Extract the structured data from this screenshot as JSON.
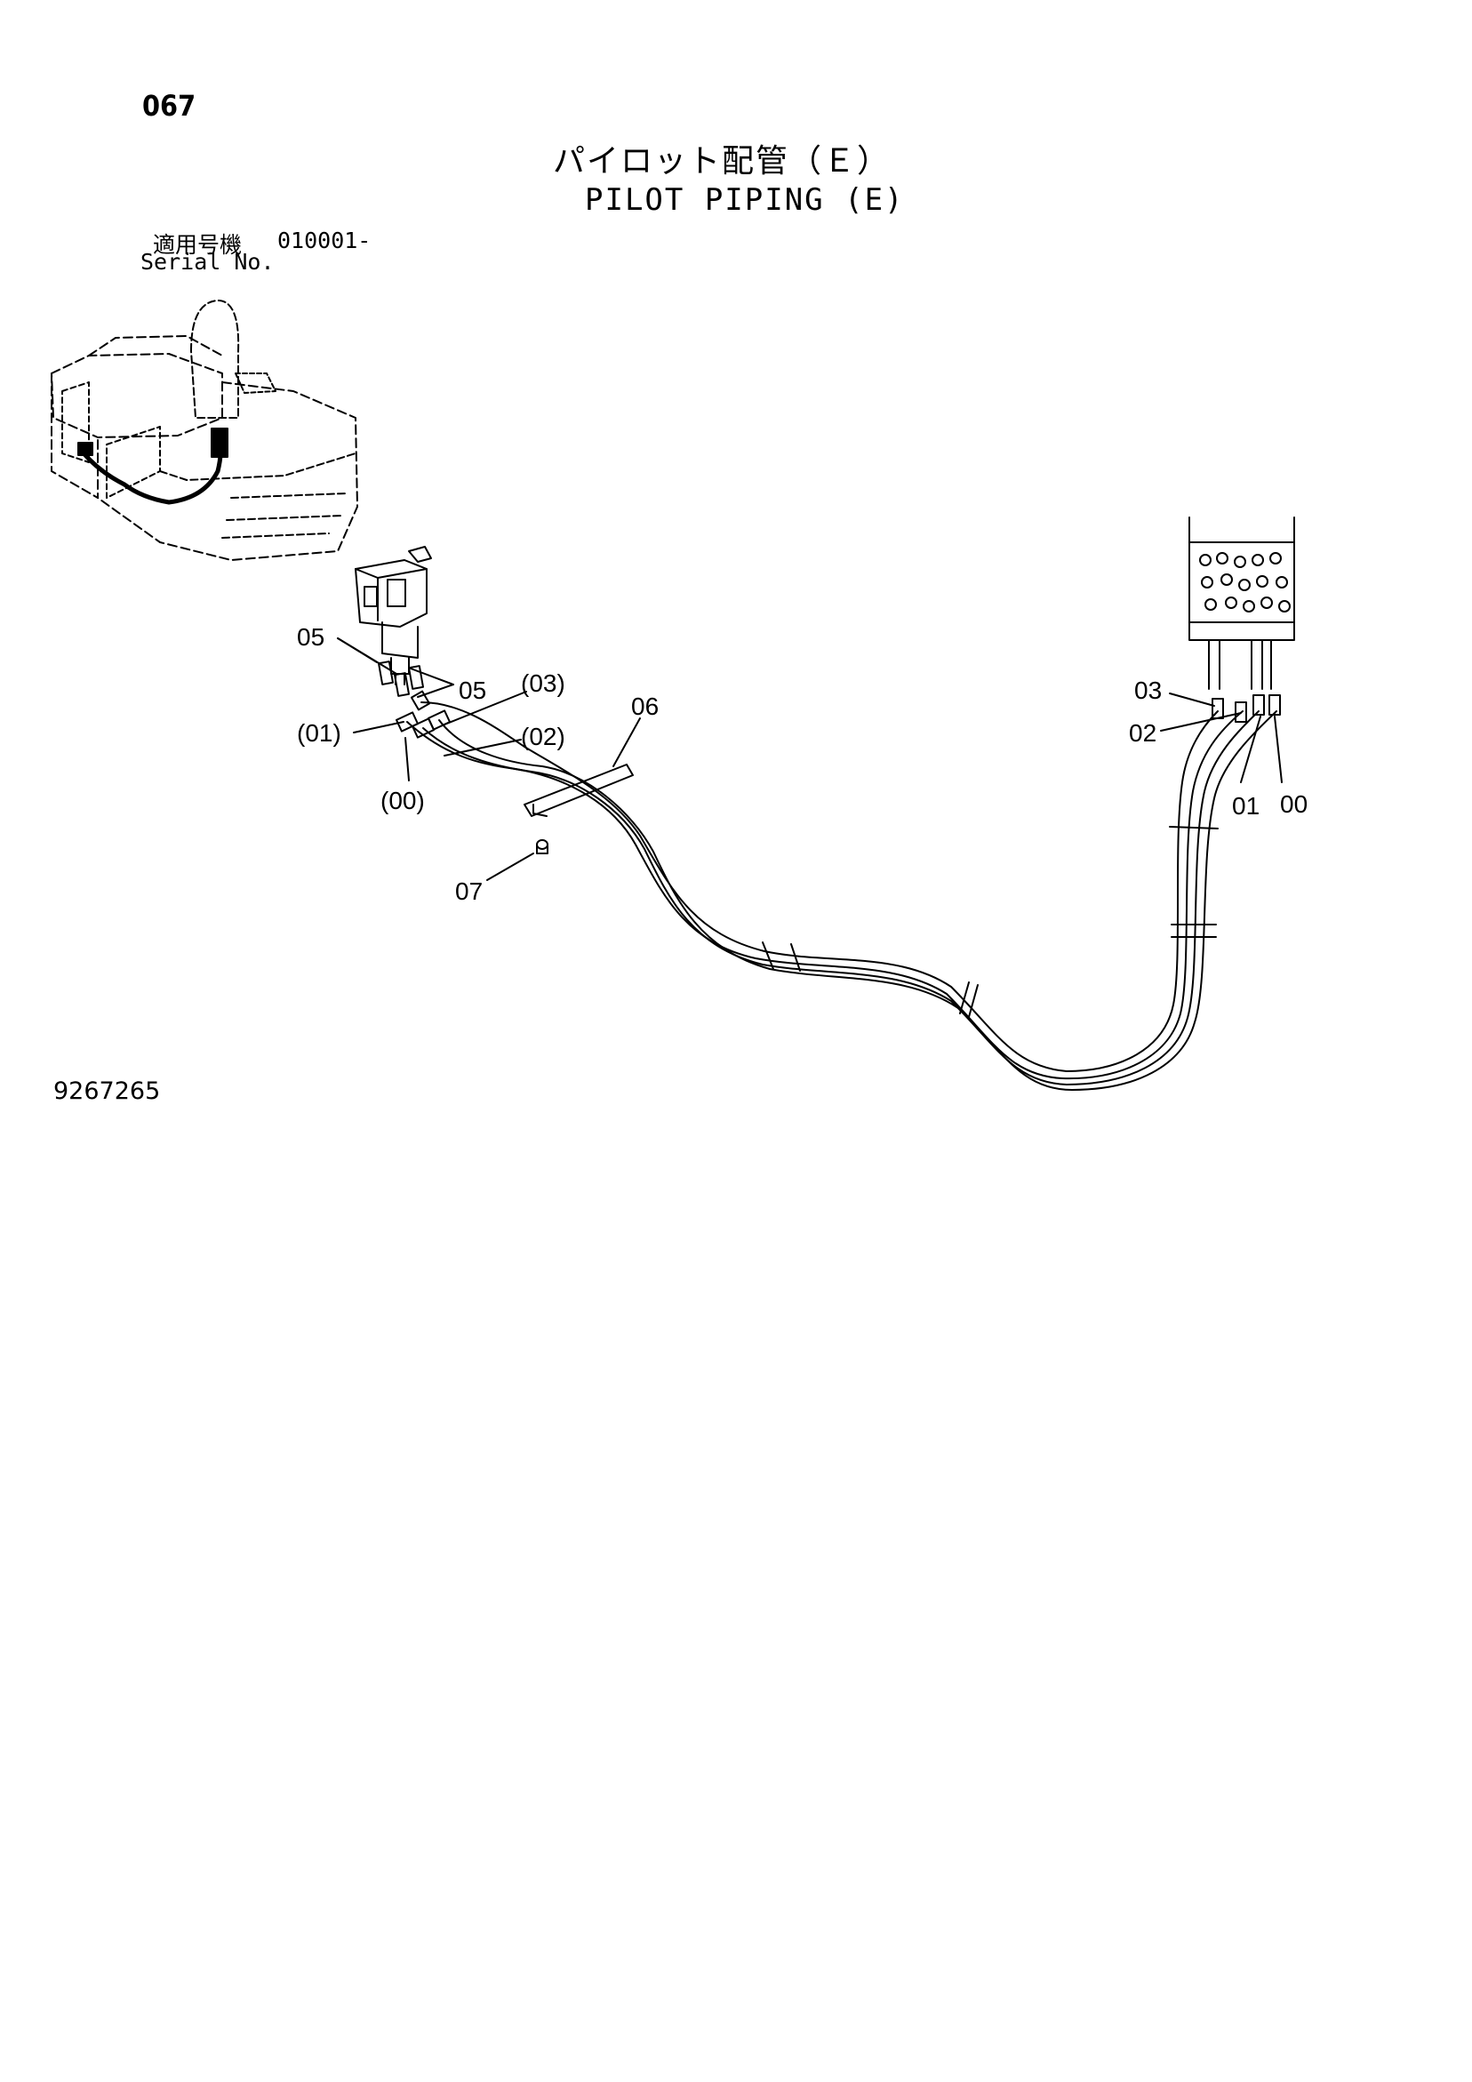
{
  "header": {
    "page_number": "067",
    "title_jp": "パイロット配管（Ｅ）",
    "title_en": "PILOT PIPING (E)",
    "serial_label_jp": "適用号機",
    "serial_number": "010001-",
    "serial_label_en": "Serial No."
  },
  "callouts": {
    "p05a": "05",
    "p05b": "05",
    "p03": "(03)",
    "p01": "(01)",
    "p02": "(02)",
    "p00": "(00)",
    "p06": "06",
    "p07": "07",
    "r03": "03",
    "r02": "02",
    "r01": "01",
    "r00": "00"
  },
  "footer": {
    "drawing_number": "9267265"
  }
}
